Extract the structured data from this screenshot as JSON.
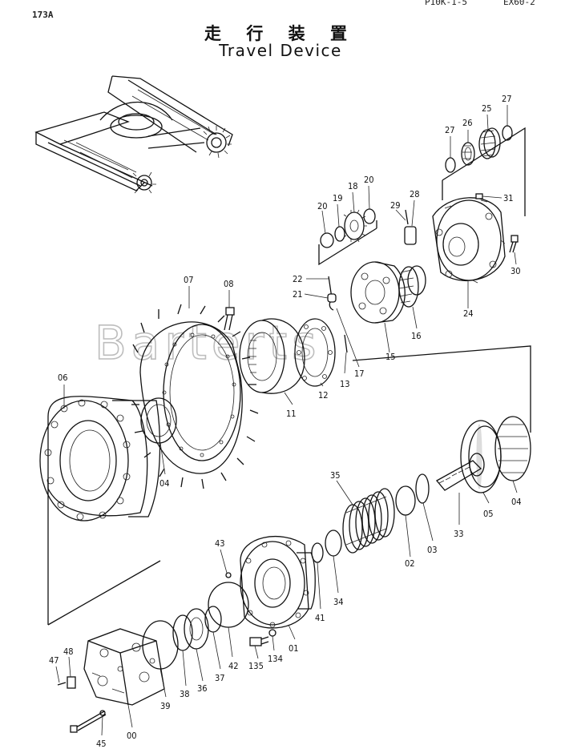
{
  "header": {
    "page_no": "173A",
    "ref_a": "P10K-1-5",
    "ref_b": "EX60-2",
    "title_jp": "走 行 装 置",
    "title_en": "Travel Device"
  },
  "watermark": "Barterts",
  "callouts": [
    "173A",
    "27",
    "25",
    "26",
    "27",
    "31",
    "20",
    "18",
    "20",
    "19",
    "28",
    "29",
    "30",
    "07",
    "08",
    "22",
    "21",
    "24",
    "16",
    "15",
    "17",
    "13",
    "12",
    "11",
    "06",
    "04",
    "35",
    "05",
    "04",
    "33",
    "02",
    "03",
    "43",
    "34",
    "41",
    "01",
    "42",
    "37",
    "36",
    "38",
    "39",
    "135",
    "134",
    "47",
    "48",
    "45",
    "00"
  ]
}
